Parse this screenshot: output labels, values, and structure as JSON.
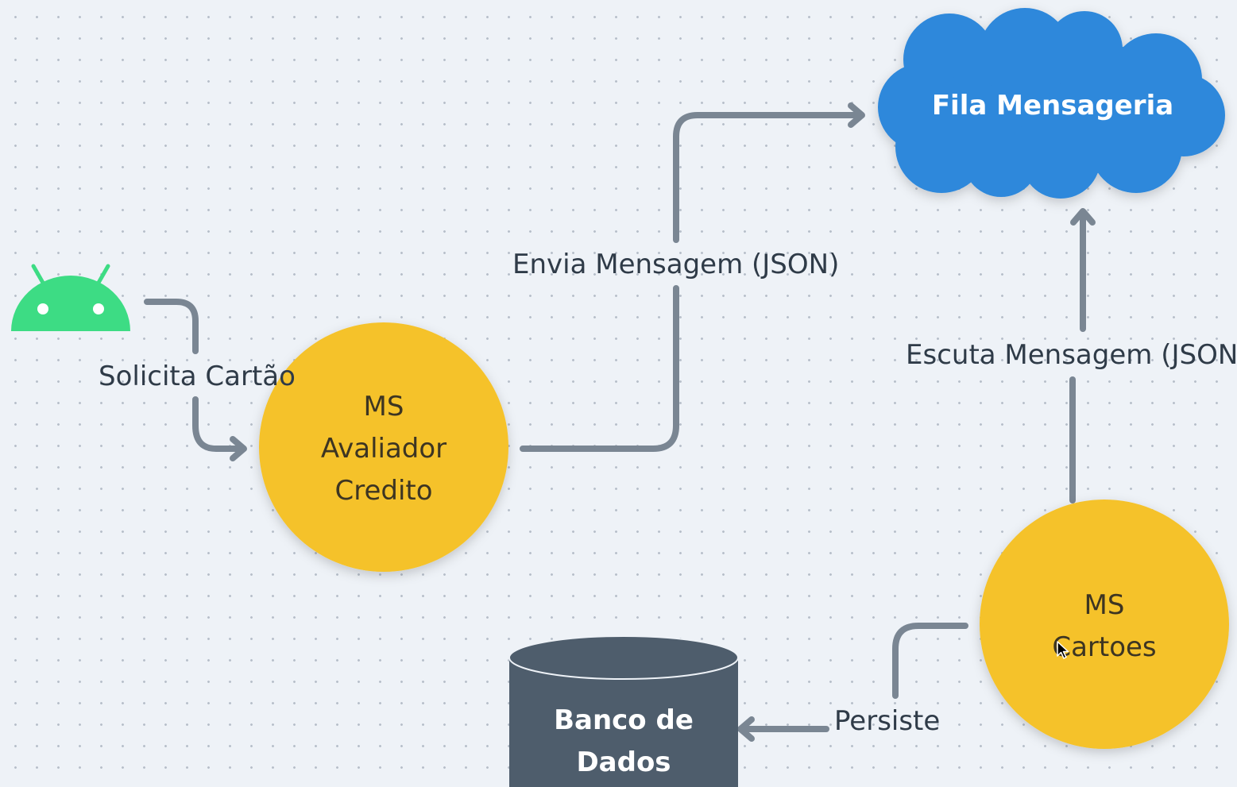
{
  "nodes": {
    "cloud": {
      "label": "Fila Mensageria"
    },
    "avaliador": {
      "lines": [
        "MS",
        "Avaliador",
        "Credito"
      ]
    },
    "cartoes": {
      "lines": [
        "MS",
        "Cartoes"
      ]
    },
    "banco": {
      "lines": [
        "Banco de",
        "Dados"
      ]
    }
  },
  "edges": {
    "solicita": "Solicita Cartão",
    "envia": "Envia Mensagem (JSON)",
    "escuta": "Escuta Mensagem (JSON)",
    "persiste": "Persiste"
  },
  "icons": {
    "client": "android-icon"
  },
  "colors": {
    "background": "#eef2f7",
    "circle": "#f5c22a",
    "cloud": "#2f88db",
    "database": "#4e5d6c",
    "connector": "#7a8693",
    "text": "#2f3b48",
    "android": "#3ddc84"
  }
}
